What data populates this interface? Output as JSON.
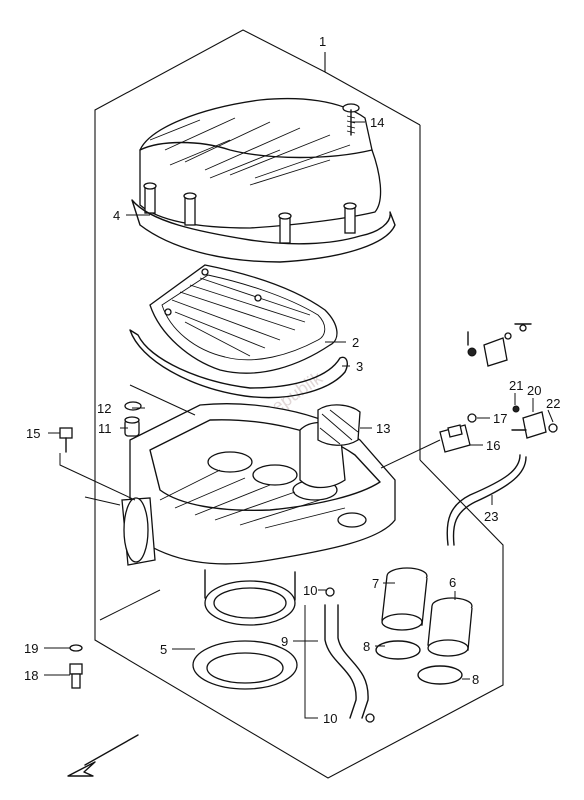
{
  "diagram": {
    "watermark": "PartsRepublik",
    "callouts": [
      {
        "id": "c1",
        "text": "1"
      },
      {
        "id": "c14",
        "text": "14"
      },
      {
        "id": "c4",
        "text": "4"
      },
      {
        "id": "c2",
        "text": "2"
      },
      {
        "id": "c3",
        "text": "3"
      },
      {
        "id": "c12",
        "text": "12"
      },
      {
        "id": "c11",
        "text": "11"
      },
      {
        "id": "c15",
        "text": "15"
      },
      {
        "id": "c13",
        "text": "13"
      },
      {
        "id": "c17",
        "text": "17"
      },
      {
        "id": "c16",
        "text": "16"
      },
      {
        "id": "c21",
        "text": "21"
      },
      {
        "id": "c20",
        "text": "20"
      },
      {
        "id": "c22",
        "text": "22"
      },
      {
        "id": "c23",
        "text": "23"
      },
      {
        "id": "c7",
        "text": "7"
      },
      {
        "id": "c6",
        "text": "6"
      },
      {
        "id": "c10a",
        "text": "10"
      },
      {
        "id": "c9",
        "text": "9"
      },
      {
        "id": "c8a",
        "text": "8"
      },
      {
        "id": "c8b",
        "text": "8"
      },
      {
        "id": "c5",
        "text": "5"
      },
      {
        "id": "c19",
        "text": "19"
      },
      {
        "id": "c18",
        "text": "18"
      },
      {
        "id": "c10b",
        "text": "10"
      }
    ]
  }
}
